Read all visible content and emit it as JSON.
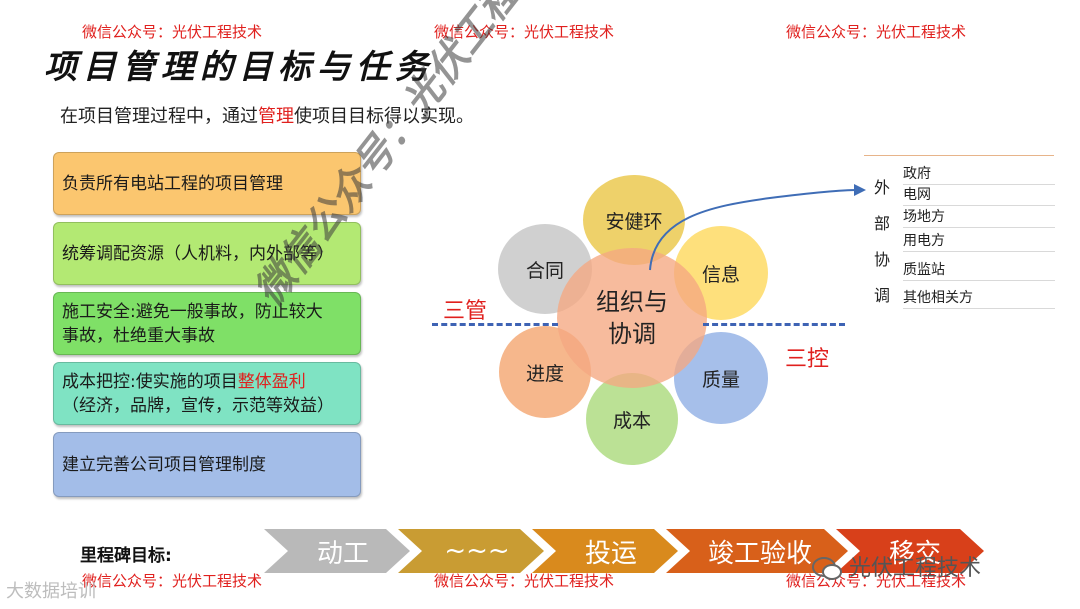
{
  "watermark_top": [
    "微信公众号：光伏工程技术",
    "微信公众号：光伏工程技术",
    "微信公众号：光伏工程技术"
  ],
  "watermark_bottom": [
    "微信公众号：光伏工程技术",
    "微信公众号：光伏工程技术",
    "微信公众号：光伏工程技术"
  ],
  "watermark_diag_1": "微信公众号：光伏工程技术",
  "title": "项目管理的目标与任务",
  "subtitle": {
    "before": "在项目管理过程中，通过",
    "highlight": "管理",
    "after": "使项目目标得以实现。"
  },
  "tasks": [
    {
      "text": "负责所有电站工程的项目管理",
      "color": "#fbc66f"
    },
    {
      "text": "统筹调配资源（人机料，内外部等）",
      "color": "#b3e973"
    },
    {
      "text_line1": "施工安全:避免一般事故，防止较大",
      "text_line2": "事故，杜绝重大事故",
      "color": "#7fe067"
    },
    {
      "text_before": "成本把控:使实施的项目",
      "text_highlight": "整体盈利",
      "text_line2": "（经济，品牌，宣传，示范等效益）",
      "color": "#7fe3c3"
    },
    {
      "text": "建立完善公司项目管理制度",
      "color": "#a3bde8"
    }
  ],
  "center": {
    "line1": "组织与",
    "line2": "协调"
  },
  "petals": {
    "safety": "安健环",
    "info": "信息",
    "quality": "质量",
    "cost": "成本",
    "schedule": "进度",
    "contract": "合同"
  },
  "three_manage": "三管",
  "three_control": "三控",
  "external": {
    "label_chars": [
      "外",
      "部",
      "协",
      "调"
    ],
    "items": [
      "政府",
      "电网",
      "场地方",
      "用电方",
      "质监站",
      "其他相关方"
    ]
  },
  "milestone": {
    "label": "里程碑目标:",
    "stages": [
      "动工",
      "~~~",
      "投运",
      "竣工验收",
      "移交"
    ]
  },
  "wechat_brand": "光伏工程技术",
  "corner_logo": "大数据培训",
  "colors": {
    "accent_red": "#e0201e",
    "dash_blue": "#3e63b4"
  }
}
